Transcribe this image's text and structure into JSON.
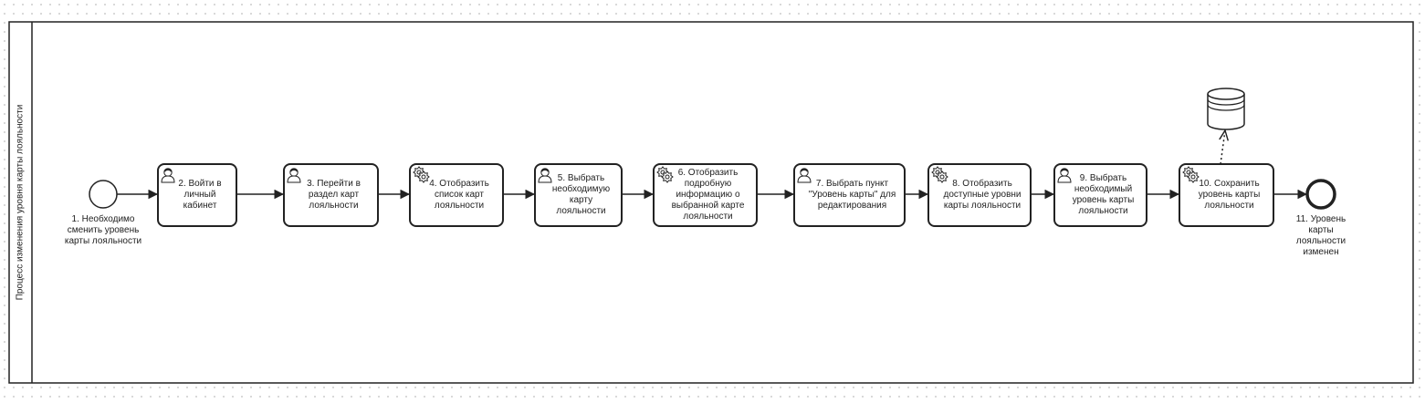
{
  "pool": {
    "label": "Процесс изменения уровня карты лояльности"
  },
  "start_event": {
    "label": "1. Необходимо сменить уровень карты лояльности"
  },
  "end_event": {
    "label": "11. Уровень карты лояльности изменен"
  },
  "tasks": [
    {
      "kind": "user",
      "label": "2. Войти в личный кабинет"
    },
    {
      "kind": "user",
      "label": "3. Перейти в раздел карт лояльности"
    },
    {
      "kind": "service",
      "label": "4. Отобразить список карт лояльности"
    },
    {
      "kind": "user",
      "label": "5. Выбрать необходимую карту лояльности"
    },
    {
      "kind": "service",
      "label": "6. Отобразить подробную информацию о выбранной карте лояльности"
    },
    {
      "kind": "user",
      "label": "7. Выбрать пункт \"Уровень карты\" для редактирования"
    },
    {
      "kind": "service",
      "label": "8. Отобразить доступные уровни карты лояльности"
    },
    {
      "kind": "user",
      "label": "9. Выбрать необходимый уровень карты лояльности"
    },
    {
      "kind": "service",
      "label": "10. Сохранить уровень карты лояльности"
    }
  ],
  "data_store": {
    "icon": "database-icon"
  },
  "colors": {
    "stroke": "#222222",
    "fill": "#ffffff",
    "grid": "#d6d6d6"
  }
}
